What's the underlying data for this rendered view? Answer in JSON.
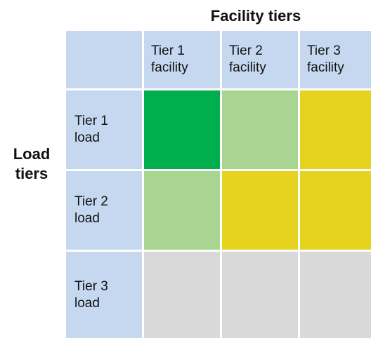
{
  "column_group_title": "Facility tiers",
  "row_group_title": "Load\ntiers",
  "column_headers": [
    "Tier 1\nfacility",
    "Tier 2\nfacility",
    "Tier 3\nfacility"
  ],
  "row_headers": [
    "Tier 1\nload",
    "Tier 2\nload",
    "Tier 3\nload"
  ],
  "colors": {
    "header_blue": "#c5d8ef",
    "dark_green": "#00ae4d",
    "light_green": "#a9d592",
    "yellow": "#e6d31f",
    "grey": "#d9d9d9"
  },
  "matrix_colors": [
    [
      "#00ae4d",
      "#a9d592",
      "#e6d31f"
    ],
    [
      "#a9d592",
      "#e6d31f",
      "#e6d31f"
    ],
    [
      "#d9d9d9",
      "#d9d9d9",
      "#d9d9d9"
    ]
  ]
}
